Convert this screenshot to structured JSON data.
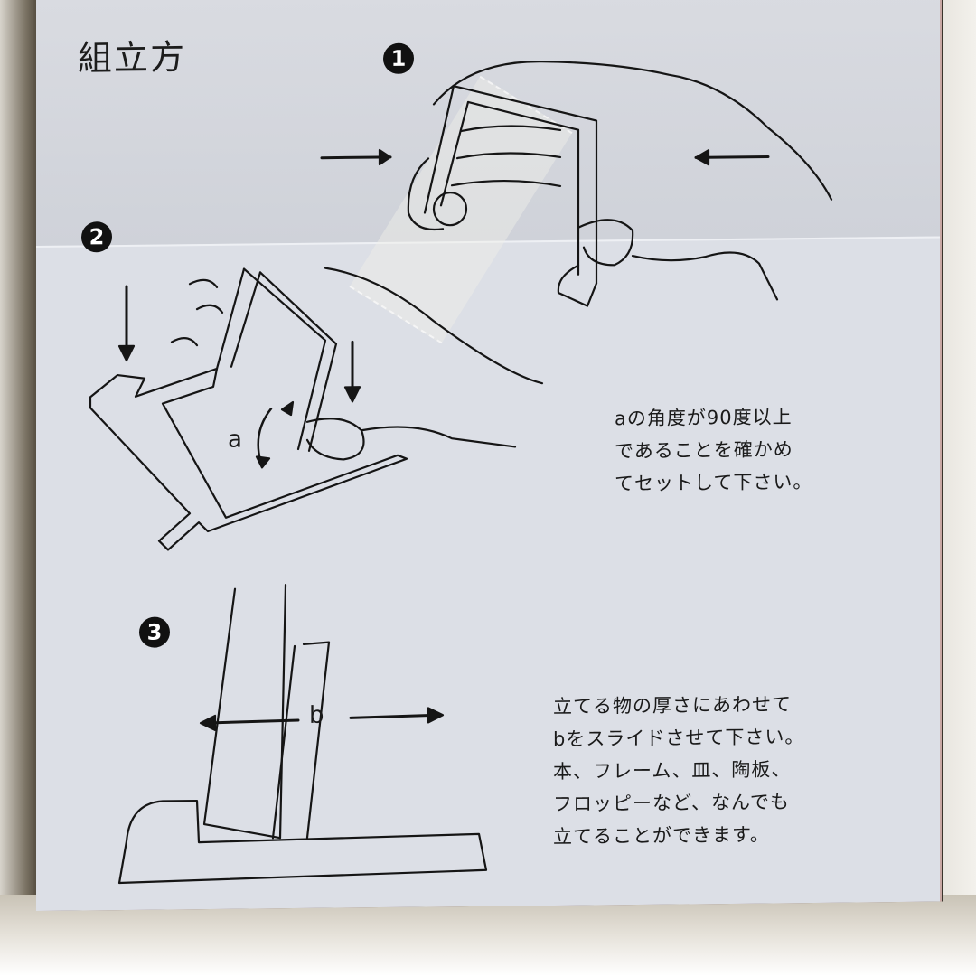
{
  "card": {
    "title": "組立方",
    "steps": [
      {
        "number": "1",
        "icon": "hand-squeezing-stand-frame"
      },
      {
        "number": "2",
        "icon": "hand-attaching-frame-to-base",
        "angle_label": "a",
        "note": "aの角度が90度以上\nであることを確かめ\nてセットして下さい。"
      },
      {
        "number": "3",
        "icon": "stand-side-view-slide",
        "slide_label": "b",
        "note": "立てる物の厚さにあわせて\nbをスライドさせて下さい。\n本、フレーム、皿、陶板、\nフロッピーなど、なんでも\n立てることができます。"
      }
    ]
  },
  "colors": {
    "card_background": "#dcdfe6",
    "ink": "#1a1a1a",
    "step_badge": "#111111"
  }
}
